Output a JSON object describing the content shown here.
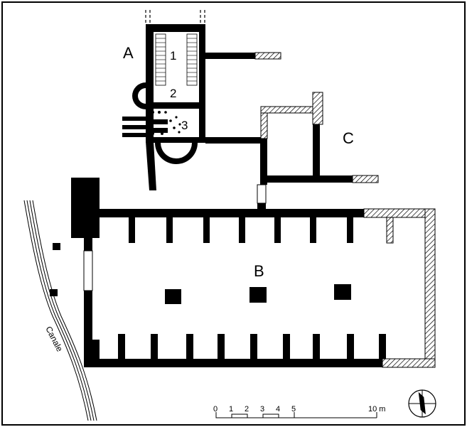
{
  "labels": {
    "building_a": "A",
    "building_b": "B",
    "building_c": "C",
    "room_1": "1",
    "room_2": "2",
    "room_3": "3",
    "canal": "Canale"
  },
  "scale_bar": {
    "ticks": [
      "0",
      "1",
      "2",
      "3",
      "4",
      "5"
    ],
    "end_label": "10 m"
  },
  "colors": {
    "wall": "#000000",
    "reconstructed_hatch": "#000000",
    "background": "#ffffff"
  },
  "icons": {
    "north_arrow": "north-arrow-icon"
  }
}
